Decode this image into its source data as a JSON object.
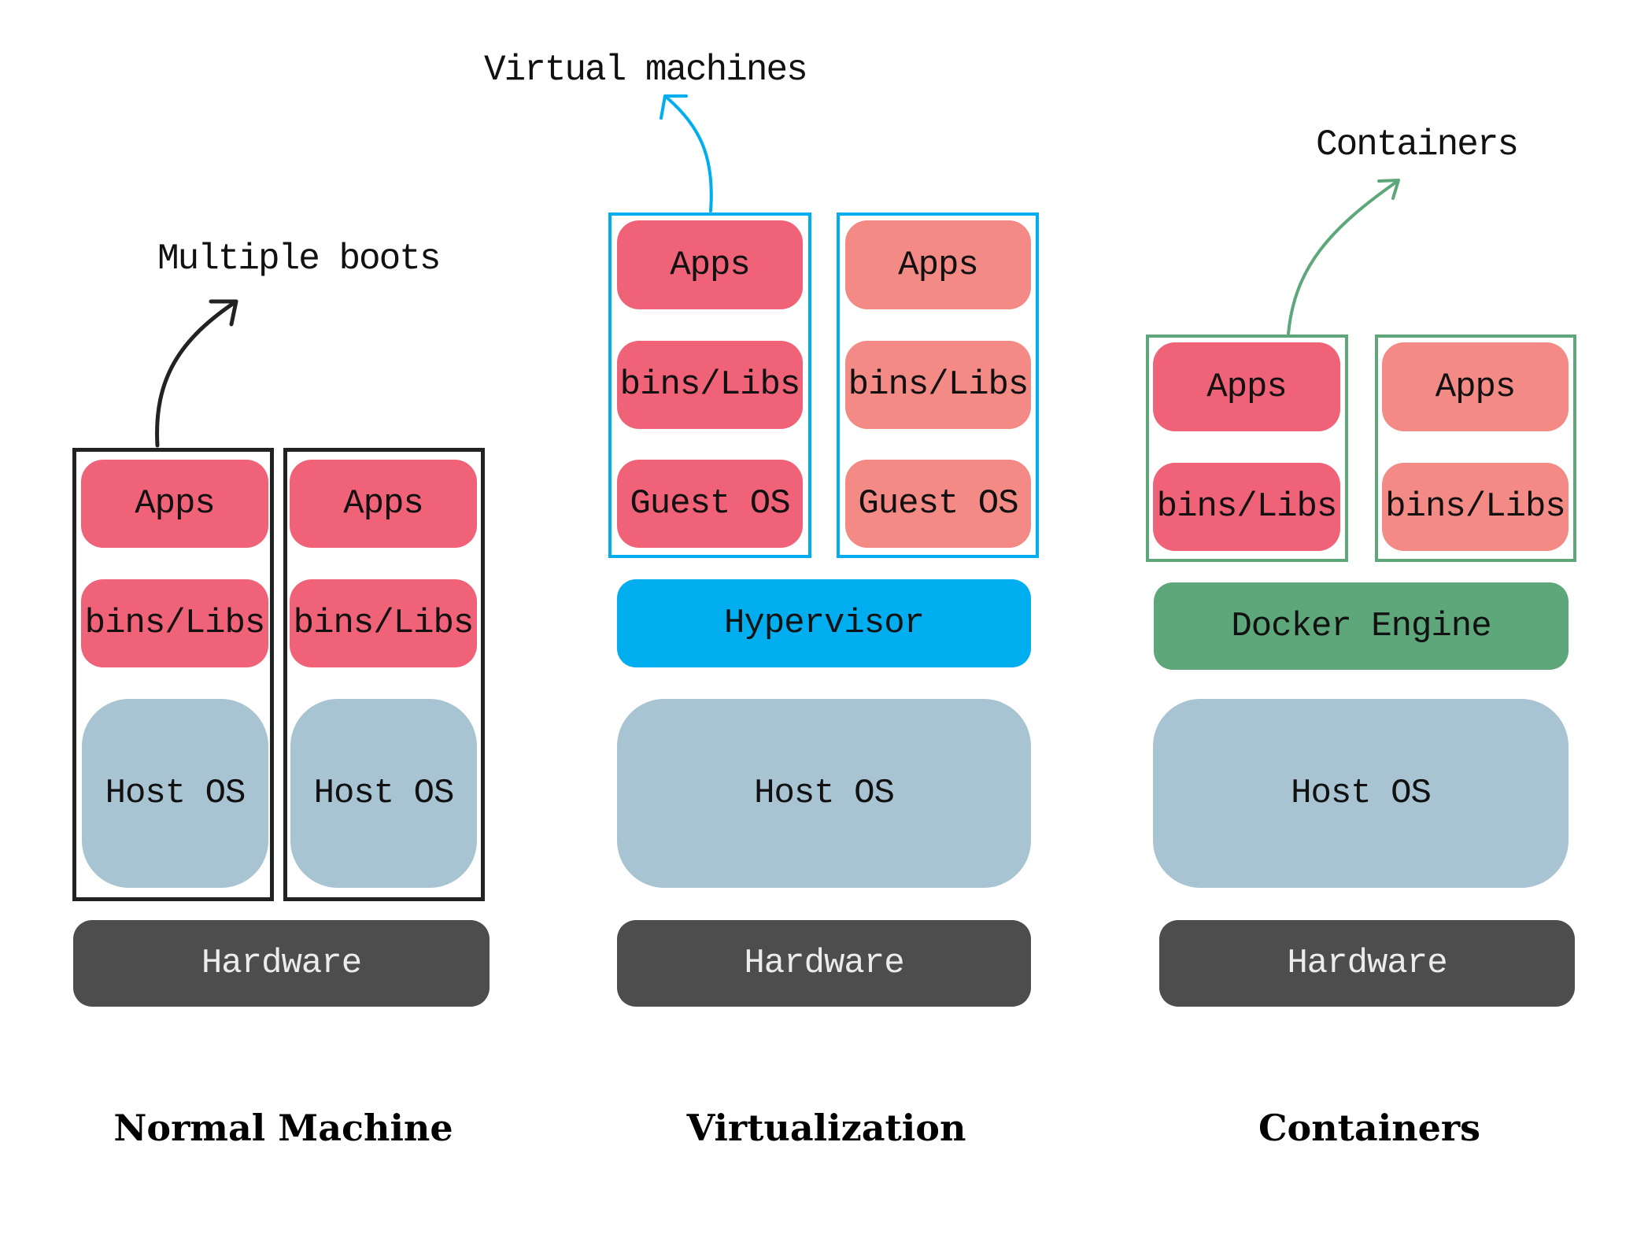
{
  "annotations": {
    "multiple_boots": "Multiple boots",
    "virtual_machines": "Virtual machines",
    "containers": "Containers"
  },
  "columns": {
    "normal": {
      "caption": "Normal Machine",
      "stacks": [
        {
          "apps": "Apps",
          "libs": "bins/Libs",
          "os": "Host OS"
        },
        {
          "apps": "Apps",
          "libs": "bins/Libs",
          "os": "Host OS"
        }
      ],
      "hardware": "Hardware"
    },
    "virtualization": {
      "caption": "Virtualization",
      "vms": [
        {
          "apps": "Apps",
          "libs": "bins/Libs",
          "guest_os": "Guest OS"
        },
        {
          "apps": "Apps",
          "libs": "bins/Libs",
          "guest_os": "Guest OS"
        }
      ],
      "hypervisor": "Hypervisor",
      "host_os": "Host OS",
      "hardware": "Hardware"
    },
    "containers": {
      "caption": "Containers",
      "containers": [
        {
          "apps": "Apps",
          "libs": "bins/Libs"
        },
        {
          "apps": "Apps",
          "libs": "bins/Libs"
        }
      ],
      "engine": "Docker Engine",
      "host_os": "Host OS",
      "hardware": "Hardware"
    }
  },
  "colors": {
    "app_primary": "#f06277",
    "app_secondary": "#f38a85",
    "host_os": "#a8c4d2",
    "hypervisor": "#00aeef",
    "docker_engine": "#5ea77b",
    "hardware": "#4d4d4d"
  }
}
